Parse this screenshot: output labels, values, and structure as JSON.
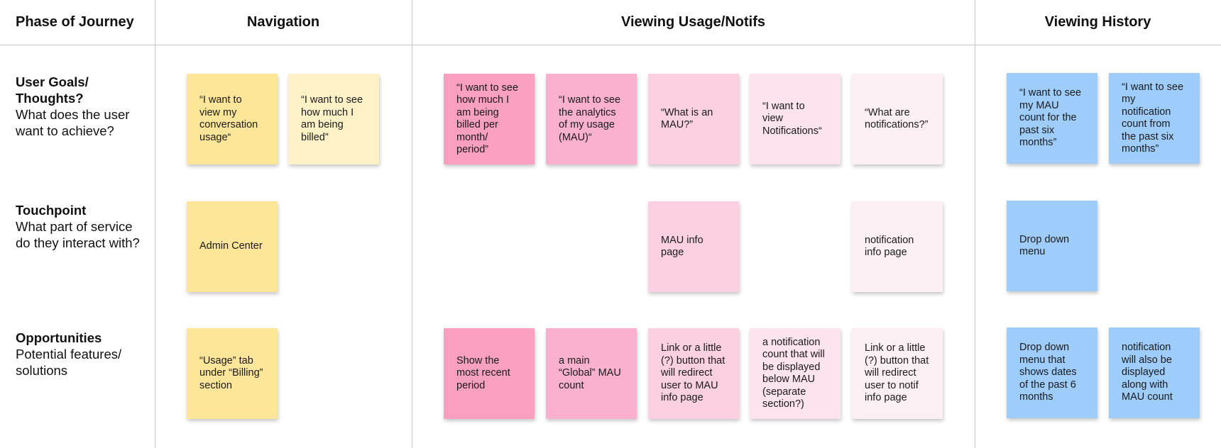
{
  "headers": {
    "phase": "Phase of Journey",
    "navigation": "Navigation",
    "usage": "Viewing Usage/Notifs",
    "history": "Viewing History"
  },
  "rows": {
    "goals": {
      "title": "User Goals/ Thoughts?",
      "subtitle": "What does the user want to achieve?"
    },
    "touchpoint": {
      "title": "Touchpoint",
      "subtitle": "What part of service do they interact with?"
    },
    "opportunities": {
      "title": "Opportunities",
      "subtitle": "Potential features/ solutions"
    }
  },
  "colors": {
    "yellow": "#fde699",
    "yellow_light": "#fef1c6",
    "pink_strong": "#f99fbf",
    "pink": "#fbb0cf",
    "pink_light": "#fcd0e3",
    "pink_lighter": "#fde3ee",
    "pink_pale": "#fdf0f5",
    "blue": "#9ecdfc",
    "grid_line": "#c8c8c8"
  },
  "stickies": [
    {
      "id": "nav-goal-1",
      "text": "“I want to view my conversation usage“",
      "color": "yellow"
    },
    {
      "id": "nav-goal-2",
      "text": "“I want to see how much I am being billed”",
      "color": "yellow_light"
    },
    {
      "id": "usage-goal-1",
      "text": "“I want to see how much I am being billed per month/ period”",
      "color": "pink_strong"
    },
    {
      "id": "usage-goal-2",
      "text": "“I want to see the analytics of my usage (MAU)“",
      "color": "pink"
    },
    {
      "id": "usage-goal-3",
      "text": "“What is an MAU?”",
      "color": "pink_light"
    },
    {
      "id": "usage-goal-4",
      "text": "“I want to view Notifications“",
      "color": "pink_lighter"
    },
    {
      "id": "usage-goal-5",
      "text": "“What are notifications?”",
      "color": "pink_pale"
    },
    {
      "id": "history-goal-1",
      "text": "“I want to see my MAU count for the past six months”",
      "color": "blue"
    },
    {
      "id": "history-goal-2",
      "text": "“I want to see my notification count from the past six months”",
      "color": "blue"
    },
    {
      "id": "nav-touch-1",
      "text": "Admin Center",
      "color": "yellow"
    },
    {
      "id": "usage-touch-1",
      "text": "MAU info page",
      "color": "pink_light"
    },
    {
      "id": "usage-touch-2",
      "text": "notification info page",
      "color": "pink_pale"
    },
    {
      "id": "history-touch-1",
      "text": "Drop down menu",
      "color": "blue"
    },
    {
      "id": "nav-opp-1",
      "text": "“Usage” tab under “Billing” section",
      "color": "yellow"
    },
    {
      "id": "usage-opp-1",
      "text": "Show the most recent period",
      "color": "pink_strong"
    },
    {
      "id": "usage-opp-2",
      "text": "a main “Global” MAU count",
      "color": "pink"
    },
    {
      "id": "usage-opp-3",
      "text": "Link or a little (?) button that will redirect user to MAU info page",
      "color": "pink_light"
    },
    {
      "id": "usage-opp-4",
      "text": "a notification count that will be displayed below MAU (separate section?)",
      "color": "pink_lighter"
    },
    {
      "id": "usage-opp-5",
      "text": "Link or a little (?) button that will redirect user to notif info page",
      "color": "pink_pale"
    },
    {
      "id": "history-opp-1",
      "text": "Drop down menu that shows dates of the past 6 months",
      "color": "blue"
    },
    {
      "id": "history-opp-2",
      "text": "notification will also be displayed along with MAU count",
      "color": "blue"
    }
  ]
}
